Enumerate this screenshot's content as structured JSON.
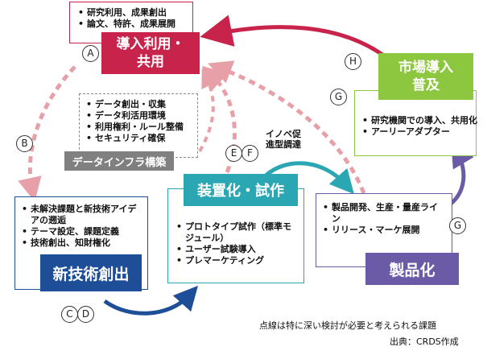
{
  "boxes": {
    "intro": {
      "title_line1": "導入利用・",
      "title_line2": "共用",
      "items": [
        "研究利用、成果創出",
        "論文、特許、成果展開"
      ],
      "color": "#c8234a"
    },
    "market": {
      "title_line1": "市場導入",
      "title_line2": "普及",
      "items": [
        "研究機関での導入、共用化",
        "アーリーアダプター"
      ],
      "color": "#8dc63f"
    },
    "data_infra": {
      "title": "データインフラ構築",
      "items": [
        "データ創出・収集",
        "データ利活用環境",
        "利用権利・ルール整備",
        "セキュリティ確保"
      ],
      "color": "#808080"
    },
    "new_tech": {
      "title": "新技術創出",
      "items": [
        "未解決課題と新技術アイデアの遡逅",
        "テーマ設定、課題定義",
        "技術創出、知財権化"
      ],
      "color": "#1f4e99"
    },
    "device": {
      "title": "装置化・試作",
      "items": [
        "プロトタイプ試作（標準モジュール）",
        "ユーザー試験導入",
        "プレマーケティング"
      ],
      "color": "#2aa7b3"
    },
    "product": {
      "title": "製品化",
      "items": [
        "製品開発、生産・量産ライン",
        "リリース・マーケ展開"
      ],
      "color": "#6b5aa6"
    }
  },
  "labels": {
    "A": "A",
    "B": "B",
    "CD_c": "C",
    "CD_d": "D",
    "EF_e": "E",
    "EF_f": "F",
    "G1": "G",
    "G2": "G",
    "H": "H",
    "innovation": "イノベ促進型調達"
  },
  "footer": {
    "note": "点線は特に深い検討が必要と考えられる課題",
    "source": "出典：CRDS作成"
  }
}
